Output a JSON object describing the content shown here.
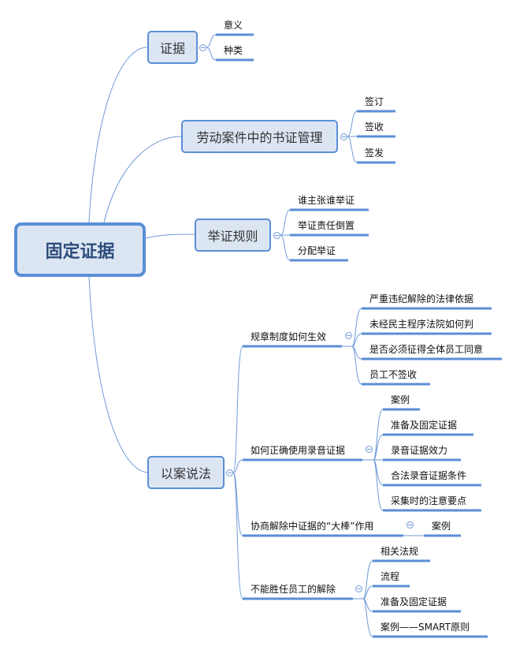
{
  "root": {
    "label": "固定证据"
  },
  "branches": [
    {
      "label": "证据",
      "children": [
        "意义",
        "种类"
      ]
    },
    {
      "label": "劳动案件中的书证管理",
      "children": [
        "签订",
        "签收",
        "签发"
      ]
    },
    {
      "label": "举证规则",
      "children": [
        "谁主张谁举证",
        "举证责任倒置",
        "分配举证"
      ]
    },
    {
      "label": "以案说法",
      "children": [
        {
          "label": "规章制度如何生效",
          "children": [
            "严重违纪解除的法律依据",
            "未经民主程序法院如何判",
            "是否必须征得全体员工同意",
            "员工不签收"
          ]
        },
        {
          "label": "如何正确使用录音证据",
          "children": [
            "案例",
            "准备及固定证据",
            "录音证据效力",
            "合法录音证据条件",
            "采集时的注意要点"
          ]
        },
        {
          "label": "协商解除中证据的“大棒”作用",
          "children": [
            "案例"
          ]
        },
        {
          "label": "不能胜任员工的解除",
          "children": [
            "相关法规",
            "流程",
            "准备及固定证据",
            "案例——SMART原则"
          ]
        }
      ]
    }
  ],
  "colors": {
    "line": "#5b8ed6",
    "box_fill": "#dce6f3",
    "root_text": "#2e4d7b"
  }
}
